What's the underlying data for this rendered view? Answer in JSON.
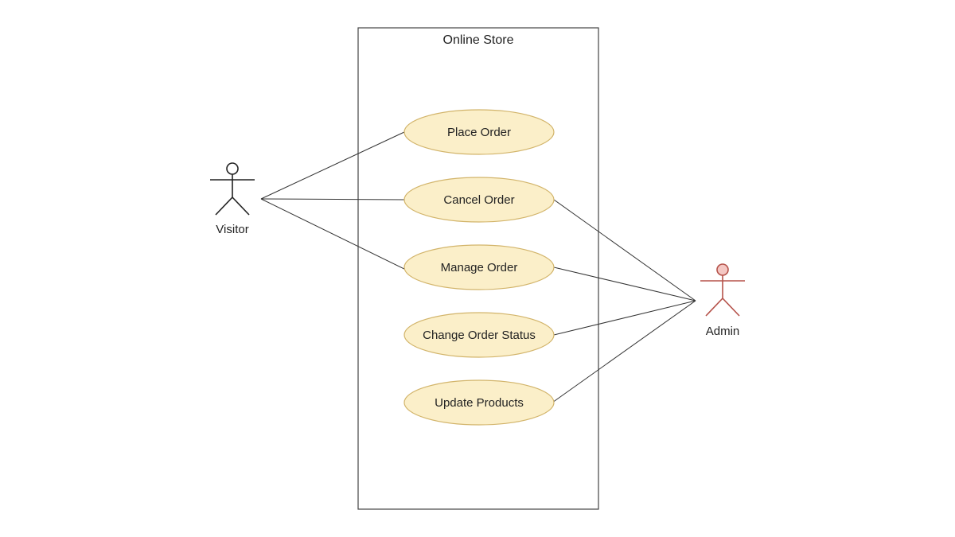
{
  "system": {
    "title": "Online Store"
  },
  "actors": {
    "visitor": {
      "label": "Visitor",
      "color": "#222222"
    },
    "admin": {
      "label": "Admin",
      "color": "#b5524a",
      "head_fill": "#f4c7c3"
    }
  },
  "use_cases": {
    "place_order": "Place Order",
    "cancel_order": "Cancel Order",
    "manage_order": "Manage Order",
    "change_order_status": "Change Order Status",
    "update_products": "Update Products"
  },
  "style": {
    "use_case_fill": "#fbefc9",
    "use_case_stroke": "#d2b46a",
    "line_color": "#333333"
  }
}
